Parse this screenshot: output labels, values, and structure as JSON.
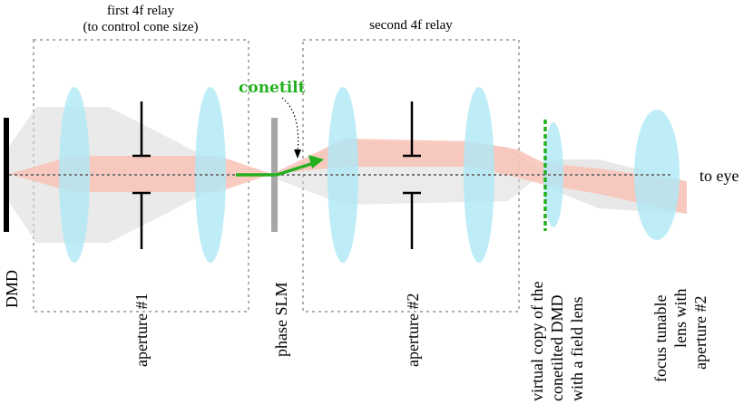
{
  "relay1": {
    "line1": "first 4f relay",
    "line2": "(to control cone size)"
  },
  "relay2": {
    "label": "second 4f relay"
  },
  "conetilt": {
    "label": "conetilt",
    "color": "#22b01e"
  },
  "to_eye": "to eye",
  "labels": {
    "dmd": "DMD",
    "aperture1": "aperture #1",
    "phase_slm": "phase SLM",
    "aperture2": "aperture #2",
    "virtual_copy": [
      "virtual copy of the",
      "conetilted DMD",
      "with a field lens"
    ],
    "focus_lens": [
      "focus tunable",
      "lens with",
      "aperture #2"
    ]
  },
  "colors": {
    "lens": "#aee8f6",
    "beam": "#f9c2b6",
    "cone": "#d8d8d8",
    "box": "#b0b0b0",
    "axis": "#777777",
    "slm": "#a6a6a6",
    "green": "#22b01e"
  }
}
